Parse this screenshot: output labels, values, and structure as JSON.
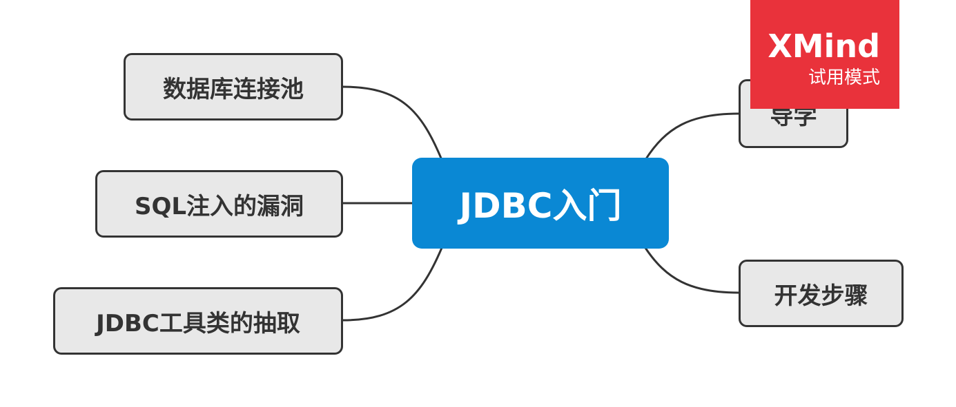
{
  "mindmap": {
    "central_topic": "JDBC入门",
    "left_topics": [
      {
        "label": "数据库连接池"
      },
      {
        "label": "SQL注入的漏洞"
      },
      {
        "label": "JDBC工具类的抽取"
      }
    ],
    "right_topics": [
      {
        "label": "导学"
      },
      {
        "label": "开发步骤"
      }
    ]
  },
  "watermark": {
    "logo_text": "XMind",
    "subtitle": "试用模式"
  },
  "colors": {
    "central_fill": "#0a88d4",
    "topic_fill": "#e8e8e8",
    "topic_border": "#333333",
    "watermark_fill": "#e9323b"
  }
}
